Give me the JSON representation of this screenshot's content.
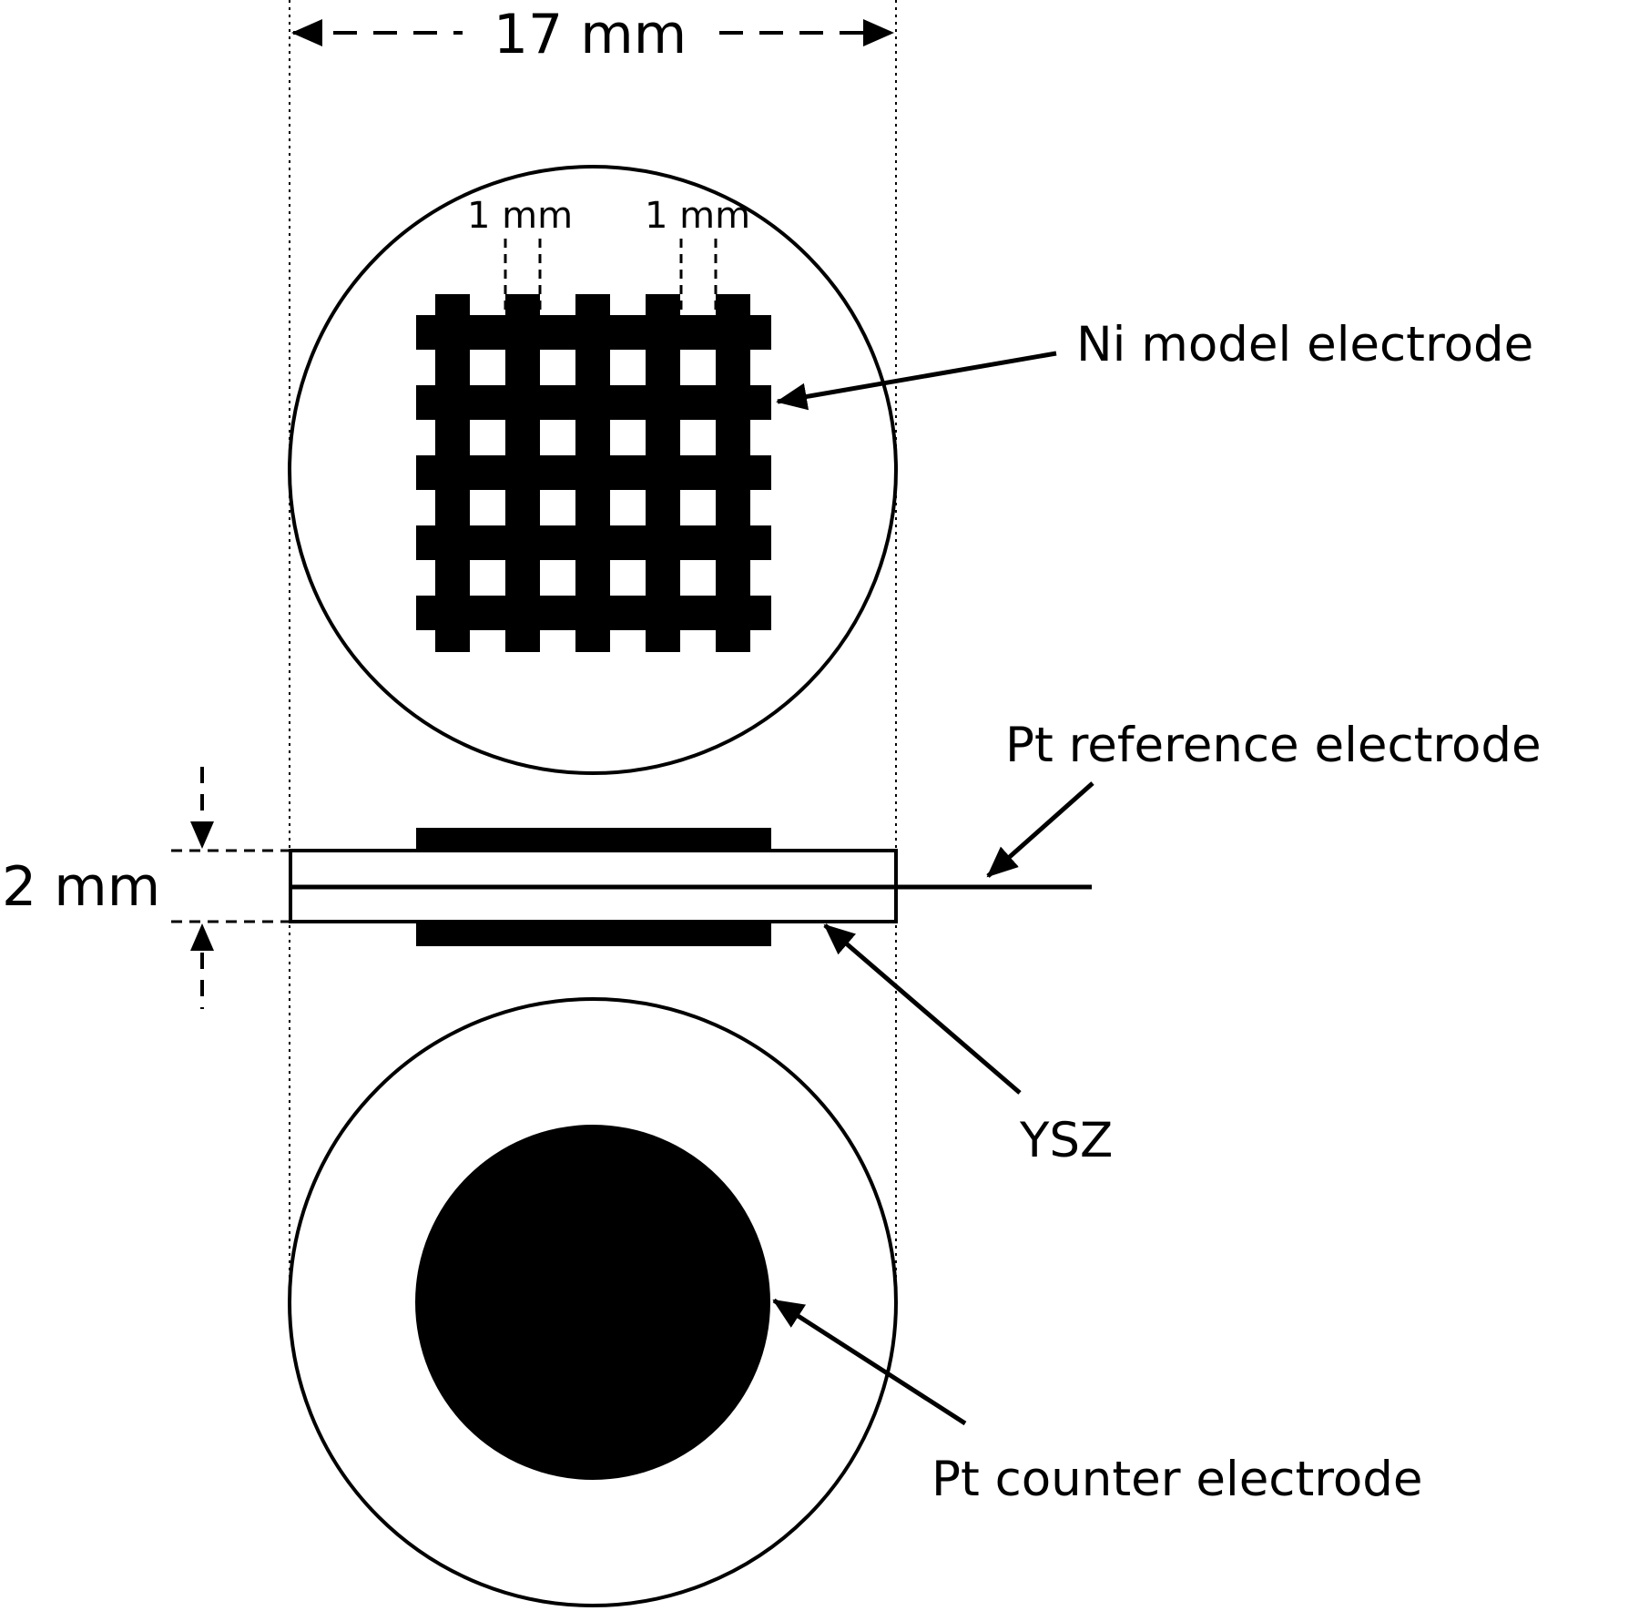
{
  "labels": {
    "width_dimension": "17 mm",
    "thickness_dimension": "2 mm",
    "line_width_left": "1 mm",
    "line_width_right": "1 mm",
    "ni_electrode": "Ni model electrode",
    "pt_reference": "Pt reference electrode",
    "ysz": "YSZ",
    "pt_counter": "Pt counter electrode"
  },
  "colors": {
    "ink": "#000000",
    "paper": "#ffffff"
  },
  "icons": {
    "arrowhead": "arrowhead-icon"
  }
}
